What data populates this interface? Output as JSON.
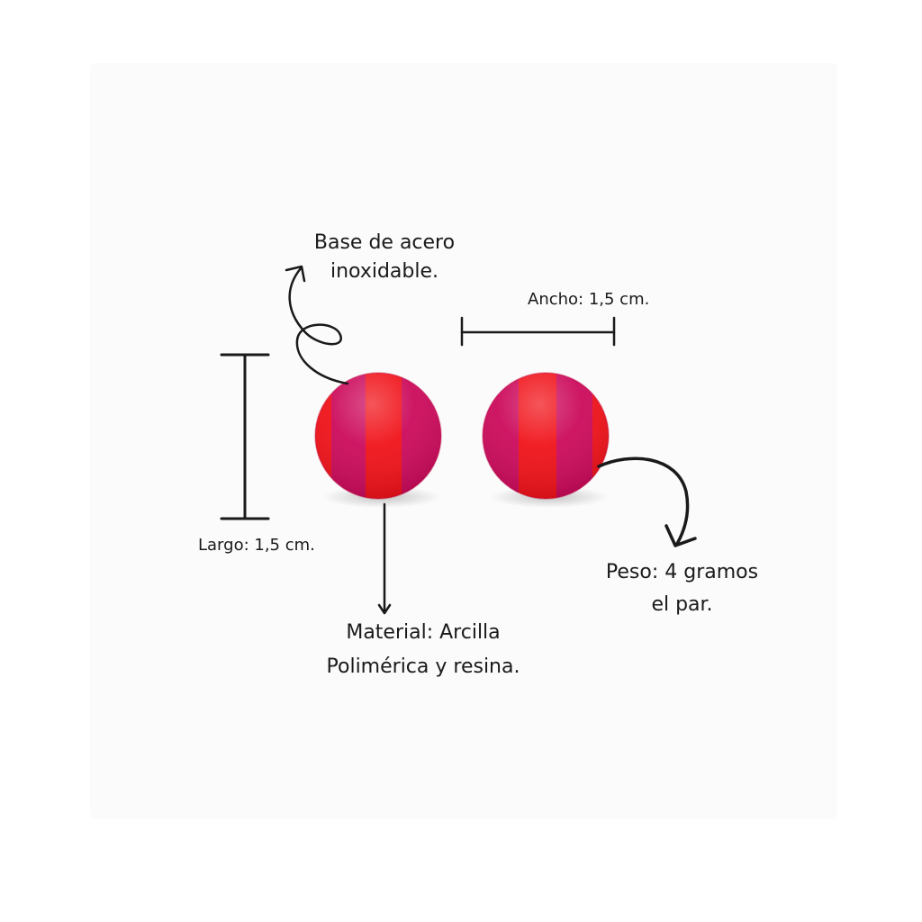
{
  "labels": {
    "base": {
      "line1": "Base de acero",
      "line2": "inoxidable."
    },
    "ancho": "Ancho: 1,5 cm.",
    "largo": "Largo: 1,5 cm.",
    "material": {
      "line1": "Material: Arcilla",
      "line2": "Polimérica y resina."
    },
    "peso": {
      "line1": "Peso: 4 gramos",
      "line2": "el par."
    }
  },
  "colors": {
    "stripe_magenta": "#cc0b5c",
    "stripe_red": "#f0131a",
    "ink": "#1a1a1a",
    "background": "#ffffff"
  }
}
